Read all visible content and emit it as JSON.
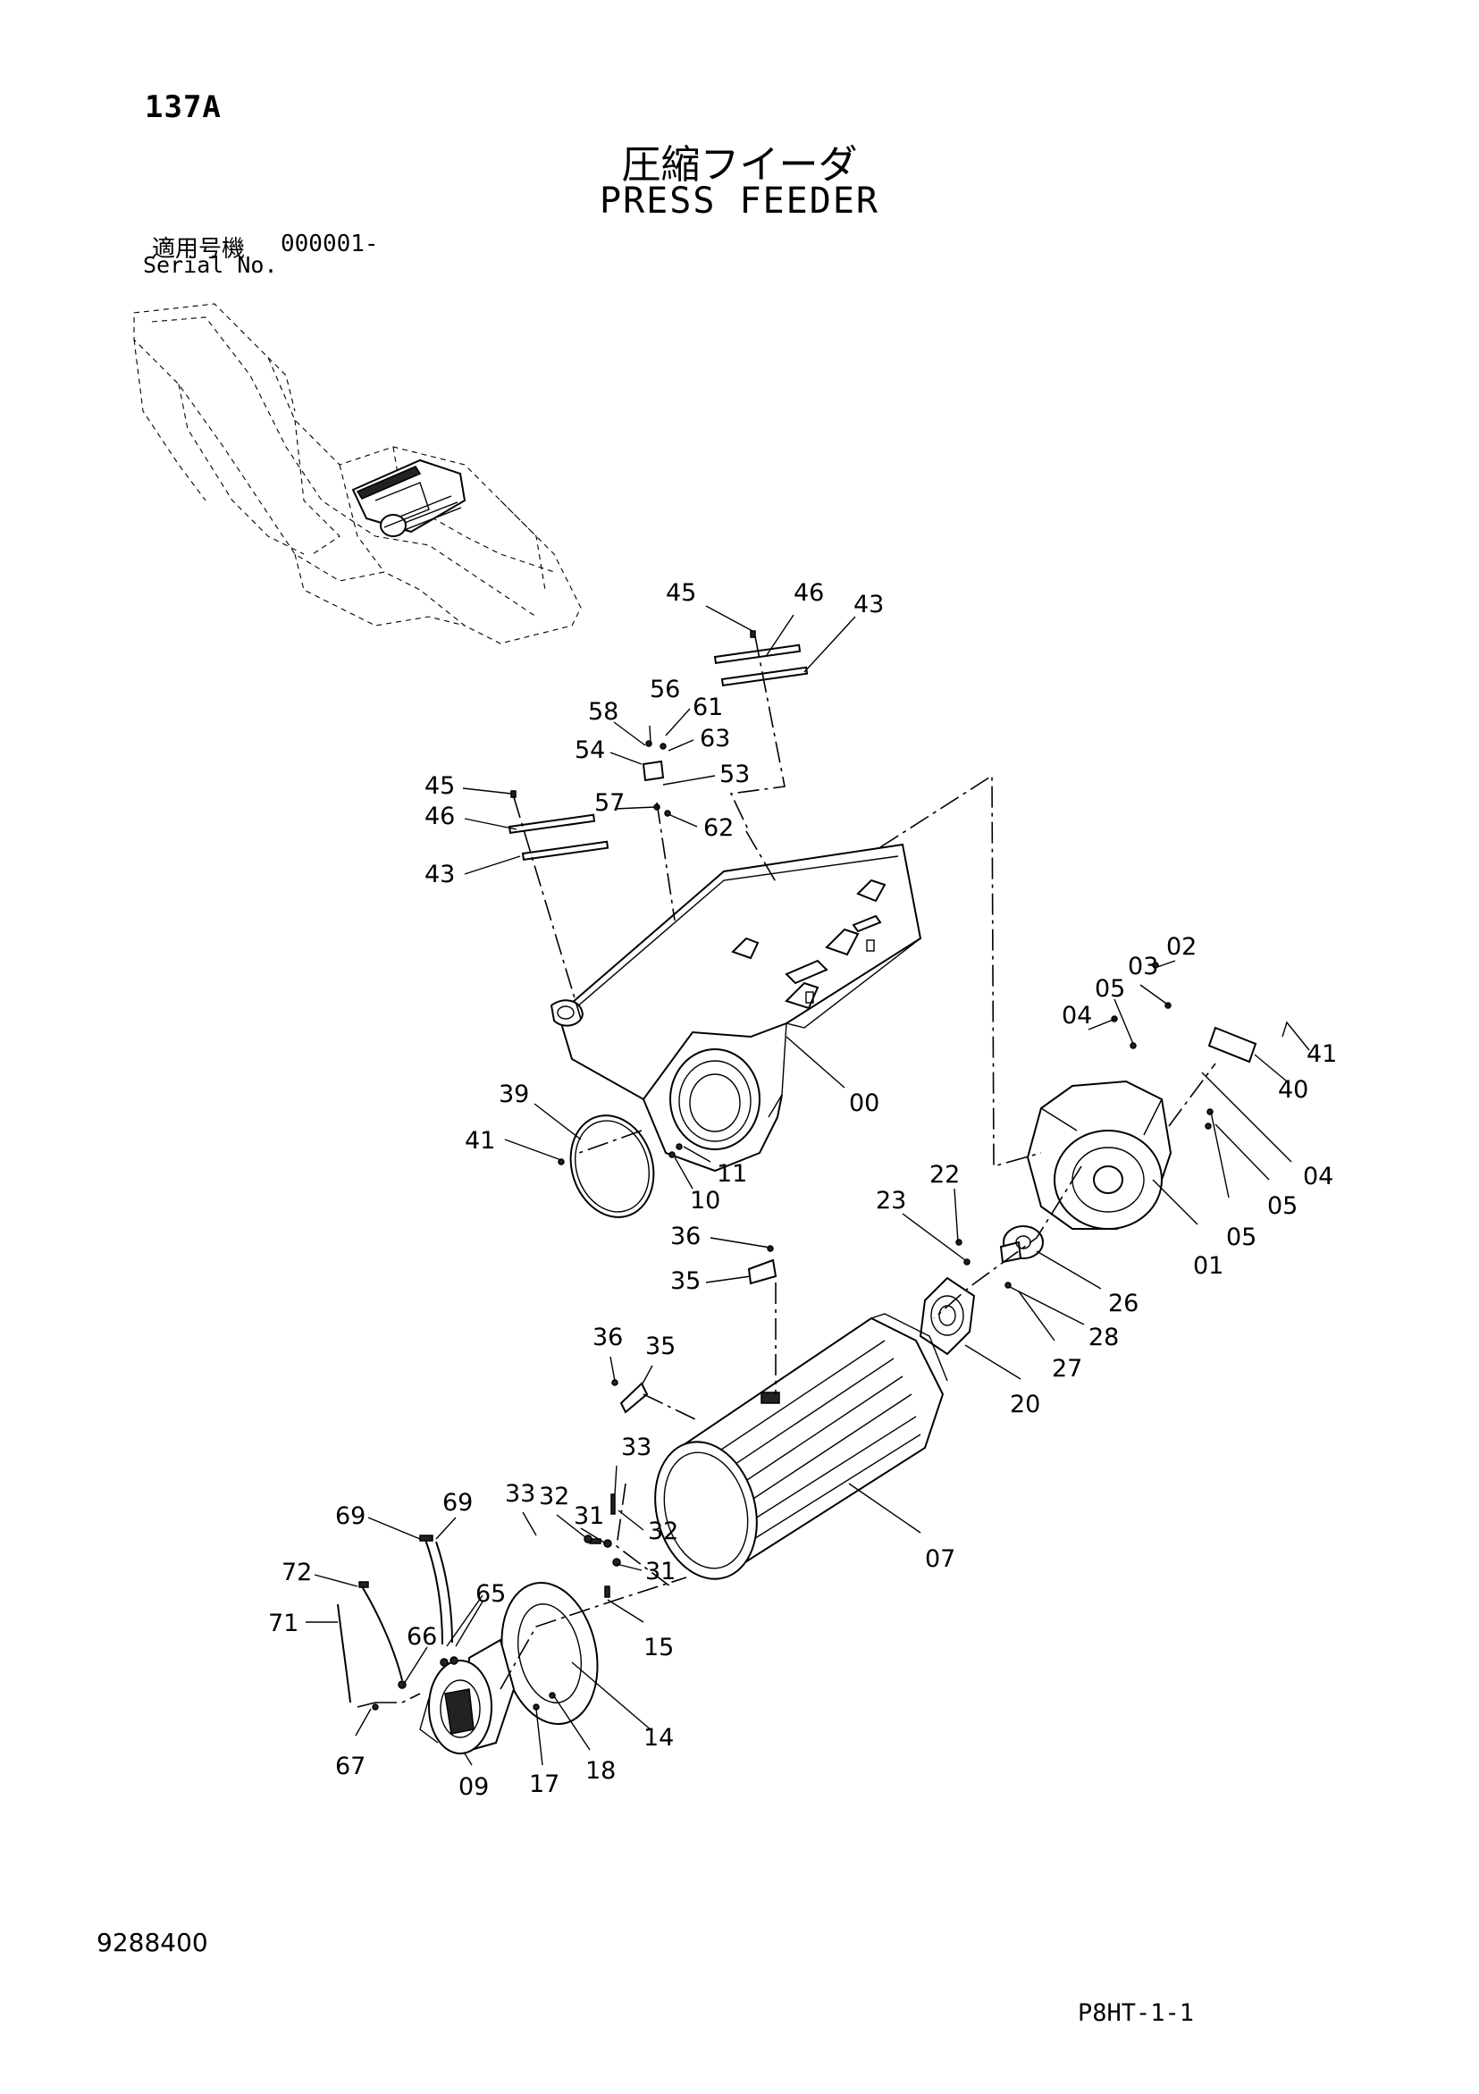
{
  "header": {
    "page_code": "137A",
    "title_ja": "圧縮フイーダ",
    "title_en": "PRESS FEEDER",
    "serial_label_ja": "適用号機",
    "serial_value": "000001-",
    "serial_label_en": "Serial No."
  },
  "callouts": {
    "c45a": "45",
    "c46a": "46",
    "c43a": "43",
    "c56": "56",
    "c58": "58",
    "c61": "61",
    "c63": "63",
    "c54": "54",
    "c53": "53",
    "c57": "57",
    "c62": "62",
    "c45b": "45",
    "c46b": "46",
    "c43b": "43",
    "c00": "00",
    "c39": "39",
    "c41a": "41",
    "c10": "10",
    "c11": "11",
    "c02": "02",
    "c03": "03",
    "c05a": "05",
    "c04a": "04",
    "c41b": "41",
    "c40": "40",
    "c04b": "04",
    "c05b": "05",
    "c05c": "05",
    "c01": "01",
    "c22": "22",
    "c23": "23",
    "c26": "26",
    "c28": "28",
    "c27": "27",
    "c20": "20",
    "c36a": "36",
    "c35a": "35",
    "c36b": "36",
    "c35b": "35",
    "c07": "07",
    "c33a": "33",
    "c33b": "33",
    "c32a": "32",
    "c31a": "31",
    "c32b": "32",
    "c31b": "31",
    "c69a": "69",
    "c69b": "69",
    "c72": "72",
    "c71": "71",
    "c65": "65",
    "c66": "66",
    "c67": "67",
    "c15": "15",
    "c14": "14",
    "c18": "18",
    "c17": "17",
    "c09": "09"
  },
  "footer": {
    "doc_number": "9288400",
    "page_ref": "P8HT-1-1"
  }
}
